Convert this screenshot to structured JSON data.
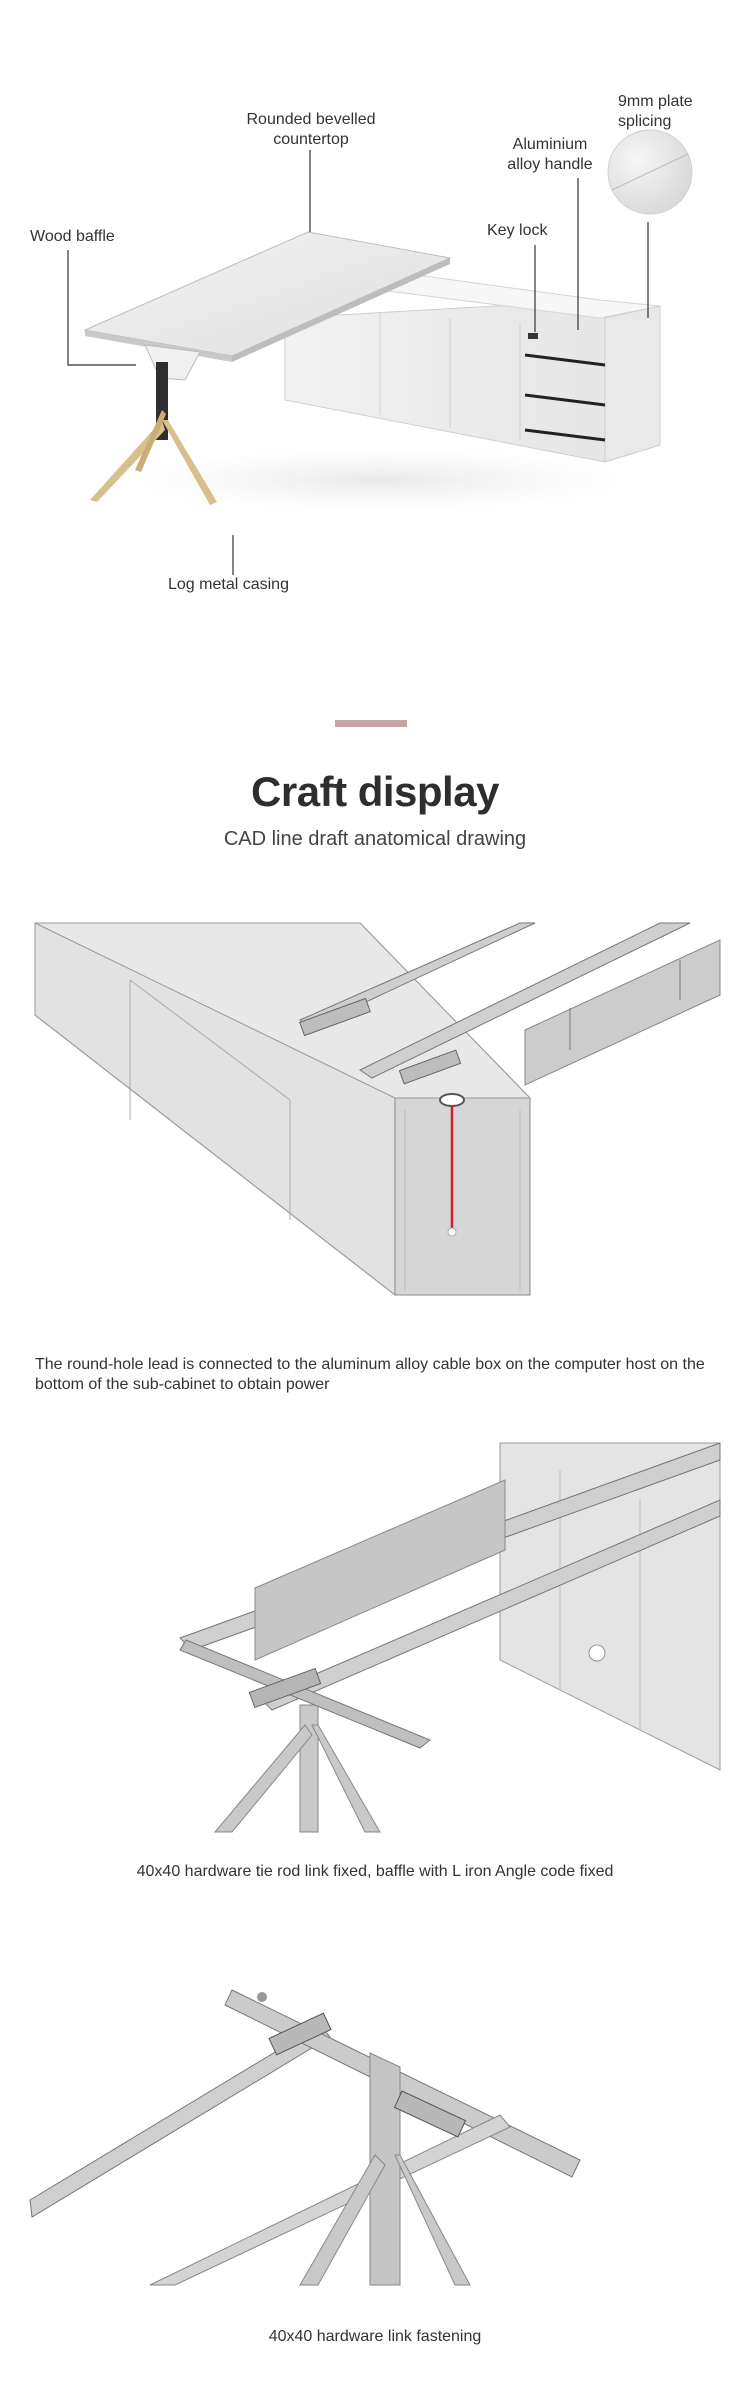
{
  "hero": {
    "callouts": {
      "wood_baffle": "Wood baffle",
      "countertop": "Rounded bevelled\ncountertop",
      "handle": "Aluminium\nalloy handle",
      "plate": "9mm plate\nsplicing",
      "key_lock": "Key lock",
      "casing": "Log metal casing"
    }
  },
  "craft": {
    "title": "Craft display",
    "subtitle": "CAD line draft anatomical drawing"
  },
  "details": [
    {
      "caption": "The round-hole lead is connected to the aluminum alloy cable box on the computer host on the bottom of the sub-cabinet to obtain power"
    },
    {
      "caption": "40x40 hardware tie rod link fixed, baffle with L iron Angle code fixed"
    },
    {
      "caption": "40x40 hardware link fastening"
    }
  ],
  "colors": {
    "divider": "#c4a4a4",
    "highlight_line": "#d0202a",
    "wood_leg": "#d8c08e"
  }
}
